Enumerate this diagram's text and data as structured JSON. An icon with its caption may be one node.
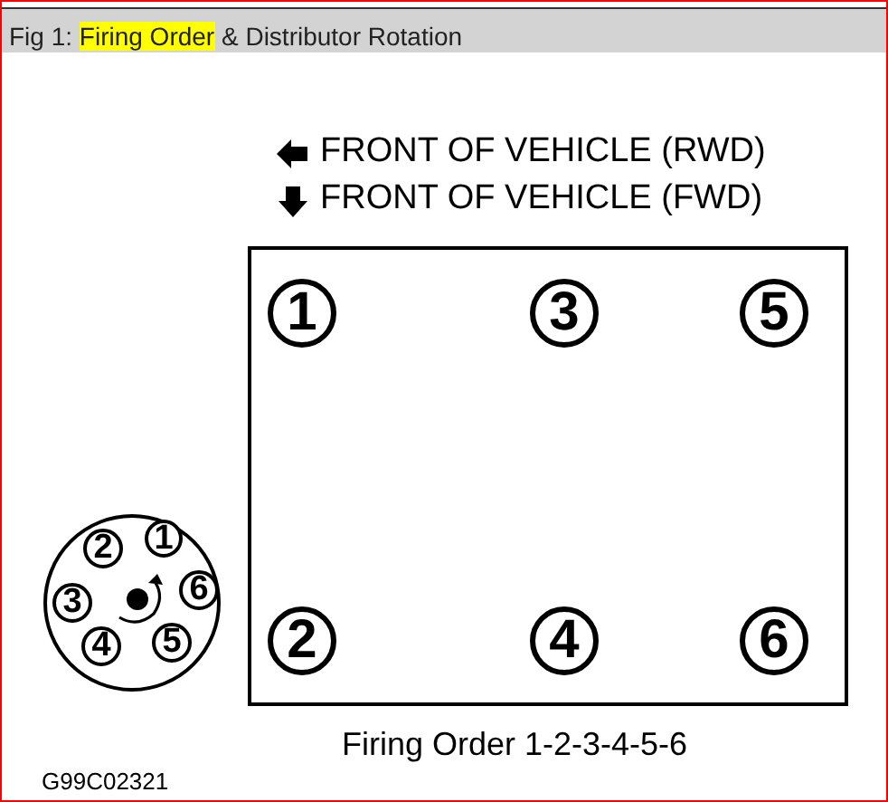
{
  "diagram": {
    "title": "Fig 1: **Firing Order** & Distributor Rotation",
    "nodes": [
      {
        "text": [],
        "shape": "box"
      },
      {
        "text": [
          "1"
        ],
        "in": 0
      },
      {
        "text": [
          "3"
        ],
        "in": 0
      },
      {
        "text": [
          "5"
        ],
        "in": 0
      },
      {
        "text": [
          "2"
        ],
        "in": 0
      },
      {
        "text": [
          "4"
        ],
        "in": 0
      },
      {
        "text": [
          "6"
        ],
        "in": 0
      },
      {
        "text": [],
        "shape": "circle"
      },
      {
        "text": [
          "1"
        ],
        "in": 7
      },
      {
        "text": [
          "2"
        ],
        "in": 7
      },
      {
        "text": [
          "3"
        ],
        "in": 7
      },
      {
        "text": [
          "6"
        ],
        "in": 7
      },
      {
        "text": [
          "4"
        ],
        "in": 7
      },
      {
        "text": [
          "5"
        ],
        "in": 7
      }
    ],
    "labels": [
      "FRONT OF VEHICLE (RWD)",
      "FRONT OF VEHICLE (FWD)",
      "Firing Order 1-2-3-4-5-6",
      "G99C02321"
    ]
  }
}
